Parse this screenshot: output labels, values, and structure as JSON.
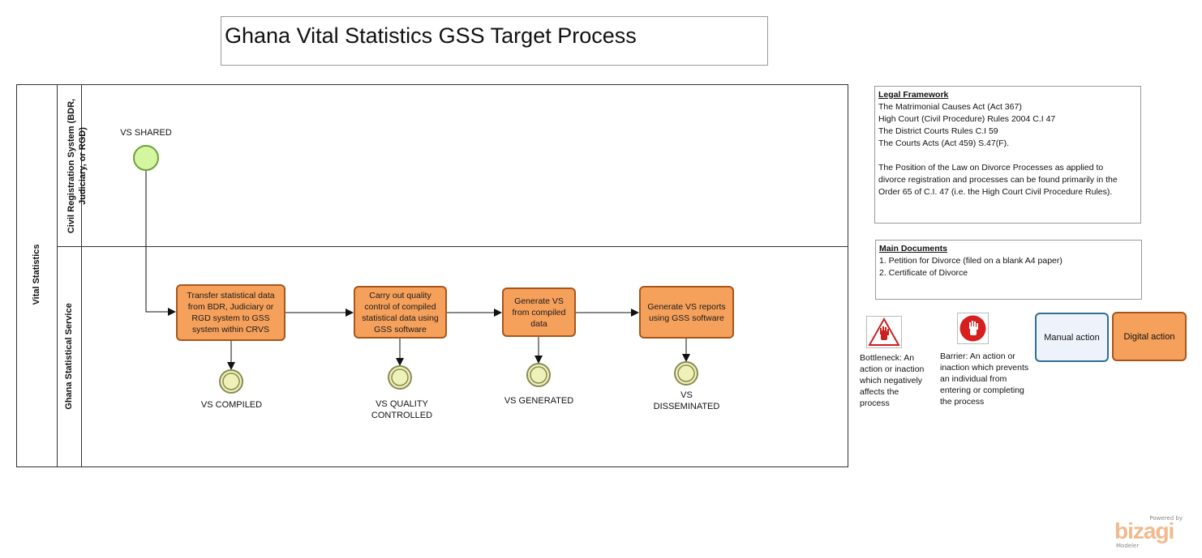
{
  "title": "Ghana Vital Statistics GSS Target Process",
  "pool": {
    "label": "Vital Statistics"
  },
  "lanes": [
    {
      "label_line1": "Civil Registration System (BDR,",
      "label_line2": "Judiciary, or RGD)"
    },
    {
      "label": "Ghana Statistical Service"
    }
  ],
  "start_event": {
    "label": "VS SHARED"
  },
  "tasks": [
    {
      "label": "Transfer statistical data from BDR, Judiciary or RGD  system to GSS system within CRVS"
    },
    {
      "label": "Carry out quality control of compiled statistical data using GSS software"
    },
    {
      "label": "Generate VS from compiled data"
    },
    {
      "label": "Generate VS reports using GSS software"
    }
  ],
  "intermediate_events": [
    {
      "line1": "VS COMPILED",
      "line2": ""
    },
    {
      "line1": "VS QUALITY",
      "line2": "CONTROLLED"
    },
    {
      "line1": "VS GENERATED",
      "line2": ""
    },
    {
      "line1": "VS",
      "line2": "DISSEMINATED"
    }
  ],
  "legal_framework": {
    "heading": "Legal Framework",
    "lines": [
      "The Matrimonial Causes Act (Act 367)",
      "High Court (Civil Procedure) Rules 2004 C.I 47",
      "The District Courts Rules C.I 59",
      "The Courts Acts (Act 459) S.47(F).",
      "",
      "The Position of the Law on Divorce Processes as applied to",
      "divorce registration and processes can be found primarily in the",
      "Order 65 of C.I. 47 (i.e. the High Court Civil Procedure Rules)."
    ]
  },
  "main_documents": {
    "heading": "Main Documents",
    "lines": [
      "1. Petition for Divorce (filed on a blank A4 paper)",
      "2. Certificate of Divorce"
    ]
  },
  "legend": {
    "bottleneck": {
      "icon": "bottleneck-hand-icon",
      "lines": [
        "Bottleneck: An",
        "action or inaction",
        "which negatively",
        "affects the",
        "process"
      ]
    },
    "barrier": {
      "icon": "barrier-hand-icon",
      "lines": [
        "Barrier: An action or",
        "inaction which prevents",
        "an individual from",
        "entering or completing",
        "the process"
      ]
    },
    "manual": {
      "label": "Manual action",
      "fill": "#eef2fb",
      "border": "#2f6f8f"
    },
    "digital": {
      "label": "Digital action",
      "fill": "#f5a05b",
      "border": "#a8561b"
    }
  },
  "branding": {
    "powered_by": "Powered by",
    "brand": "bizagi",
    "product": "Modeler"
  },
  "colors": {
    "task_fill": "#f5a05b",
    "task_border": "#a8561b",
    "start_fill": "#d6f5a0",
    "start_border": "#6aa33a",
    "event_fill": "#eef2b8",
    "event_border": "#8a8a55",
    "bottleneck_red": "#cc1f1f"
  }
}
